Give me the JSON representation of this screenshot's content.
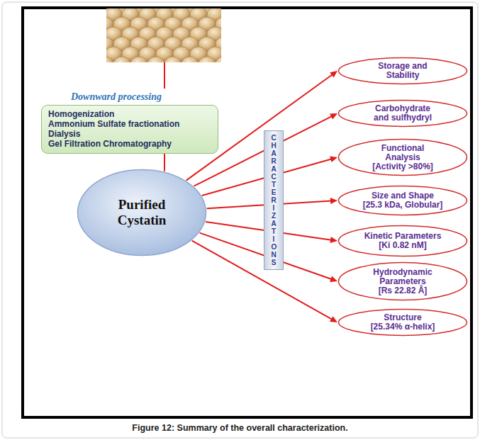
{
  "diagram": {
    "caption": "Figure 12: Summary of the overall characterization.",
    "nodes": [
      {
        "text": [
          "Downward processing",
          "Homogenization",
          "Ammonium Sulfate fractionation",
          "Dialysis",
          "Gel Filtration Chromatography"
        ]
      },
      {
        "text": [
          "Purified Cystatin"
        ]
      },
      {
        "text": [
          "CHARACTERIZATIONS"
        ]
      },
      {
        "text": [
          "Storage and Stability"
        ]
      },
      {
        "text": [
          "Carbohydrate and sulfhydryl"
        ]
      },
      {
        "text": [
          "Functional Analysis",
          "[Activity >80%]"
        ]
      },
      {
        "text": [
          "Size and Shape",
          "[25.3 kDa, Globular]"
        ]
      },
      {
        "text": [
          "Kinetic Parameters",
          "[Ki 0.82 nM]"
        ]
      },
      {
        "text": [
          "Hydrodynamic Parameters",
          "[Rs 22.82 Å]"
        ]
      },
      {
        "text": [
          "Structure",
          "[25.34% α-helix]"
        ]
      }
    ],
    "edges": [
      {
        "from": 0,
        "to": 1,
        "arrow": "none"
      },
      {
        "from": 1,
        "to": 3,
        "arrow": "to"
      },
      {
        "from": 1,
        "to": 4,
        "arrow": "to"
      },
      {
        "from": 1,
        "to": 5,
        "arrow": "to"
      },
      {
        "from": 1,
        "to": 6,
        "arrow": "to"
      },
      {
        "from": 1,
        "to": 7,
        "arrow": "to"
      },
      {
        "from": 1,
        "to": 8,
        "arrow": "to"
      },
      {
        "from": 1,
        "to": 9,
        "arrow": "to"
      }
    ]
  }
}
